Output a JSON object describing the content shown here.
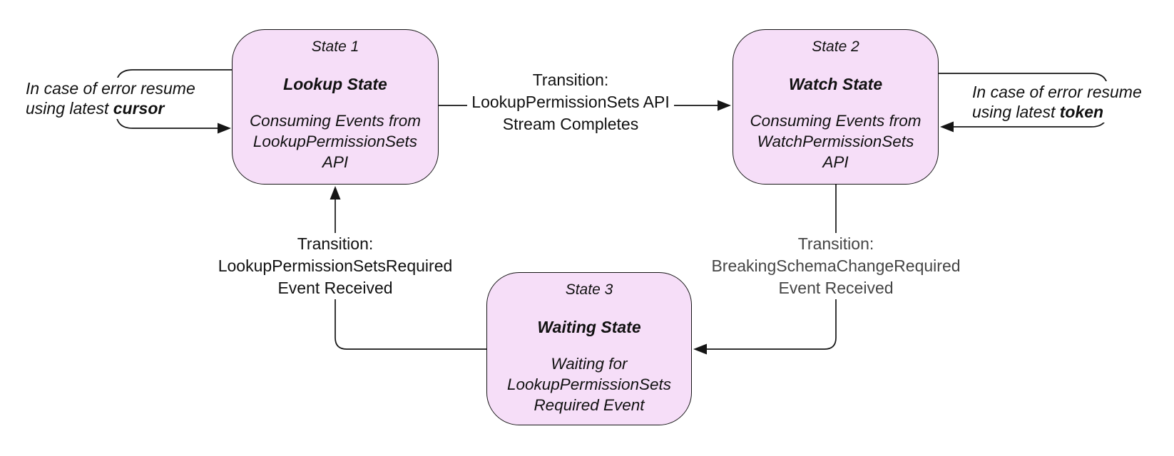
{
  "style": {
    "background": "#ffffff",
    "node_fill": "#f6def8",
    "node_border": "#141414",
    "line_color": "#151515",
    "text_color": "#111111",
    "muted_text_color": "#454545"
  },
  "states": [
    {
      "title": "State 1",
      "name": "Lookup State",
      "description_lines": [
        "Consuming Events from",
        "LookupPermissionSets",
        "API"
      ]
    },
    {
      "title": "State 2",
      "name": "Watch State",
      "description_lines": [
        "Consuming Events from",
        "WatchPermissionSets",
        "API"
      ]
    },
    {
      "title": "State 3",
      "name": "Waiting State",
      "description_lines": [
        "Waiting for",
        "LookupPermissionSets",
        "Required Event"
      ]
    }
  ],
  "transitions": [
    {
      "from": "State 1",
      "to": "State 2",
      "lines": [
        "Transition:",
        "LookupPermissionSets API",
        "Stream Completes"
      ]
    },
    {
      "from": "State 2",
      "to": "State 3",
      "lines": [
        "Transition:",
        "BreakingSchemaChangeRequired",
        "Event Received"
      ]
    },
    {
      "from": "State 3",
      "to": "State 1",
      "lines": [
        "Transition:",
        "LookupPermissionSetsRequired",
        "Event Received"
      ]
    }
  ],
  "error_labels": [
    {
      "target": "State 1",
      "line1": "In case of error resume",
      "line2_text": "using latest ",
      "line2_bold": "cursor"
    },
    {
      "target": "State 2",
      "line1": "In case of error resume",
      "line2_text": "using latest ",
      "line2_bold": "token"
    }
  ]
}
